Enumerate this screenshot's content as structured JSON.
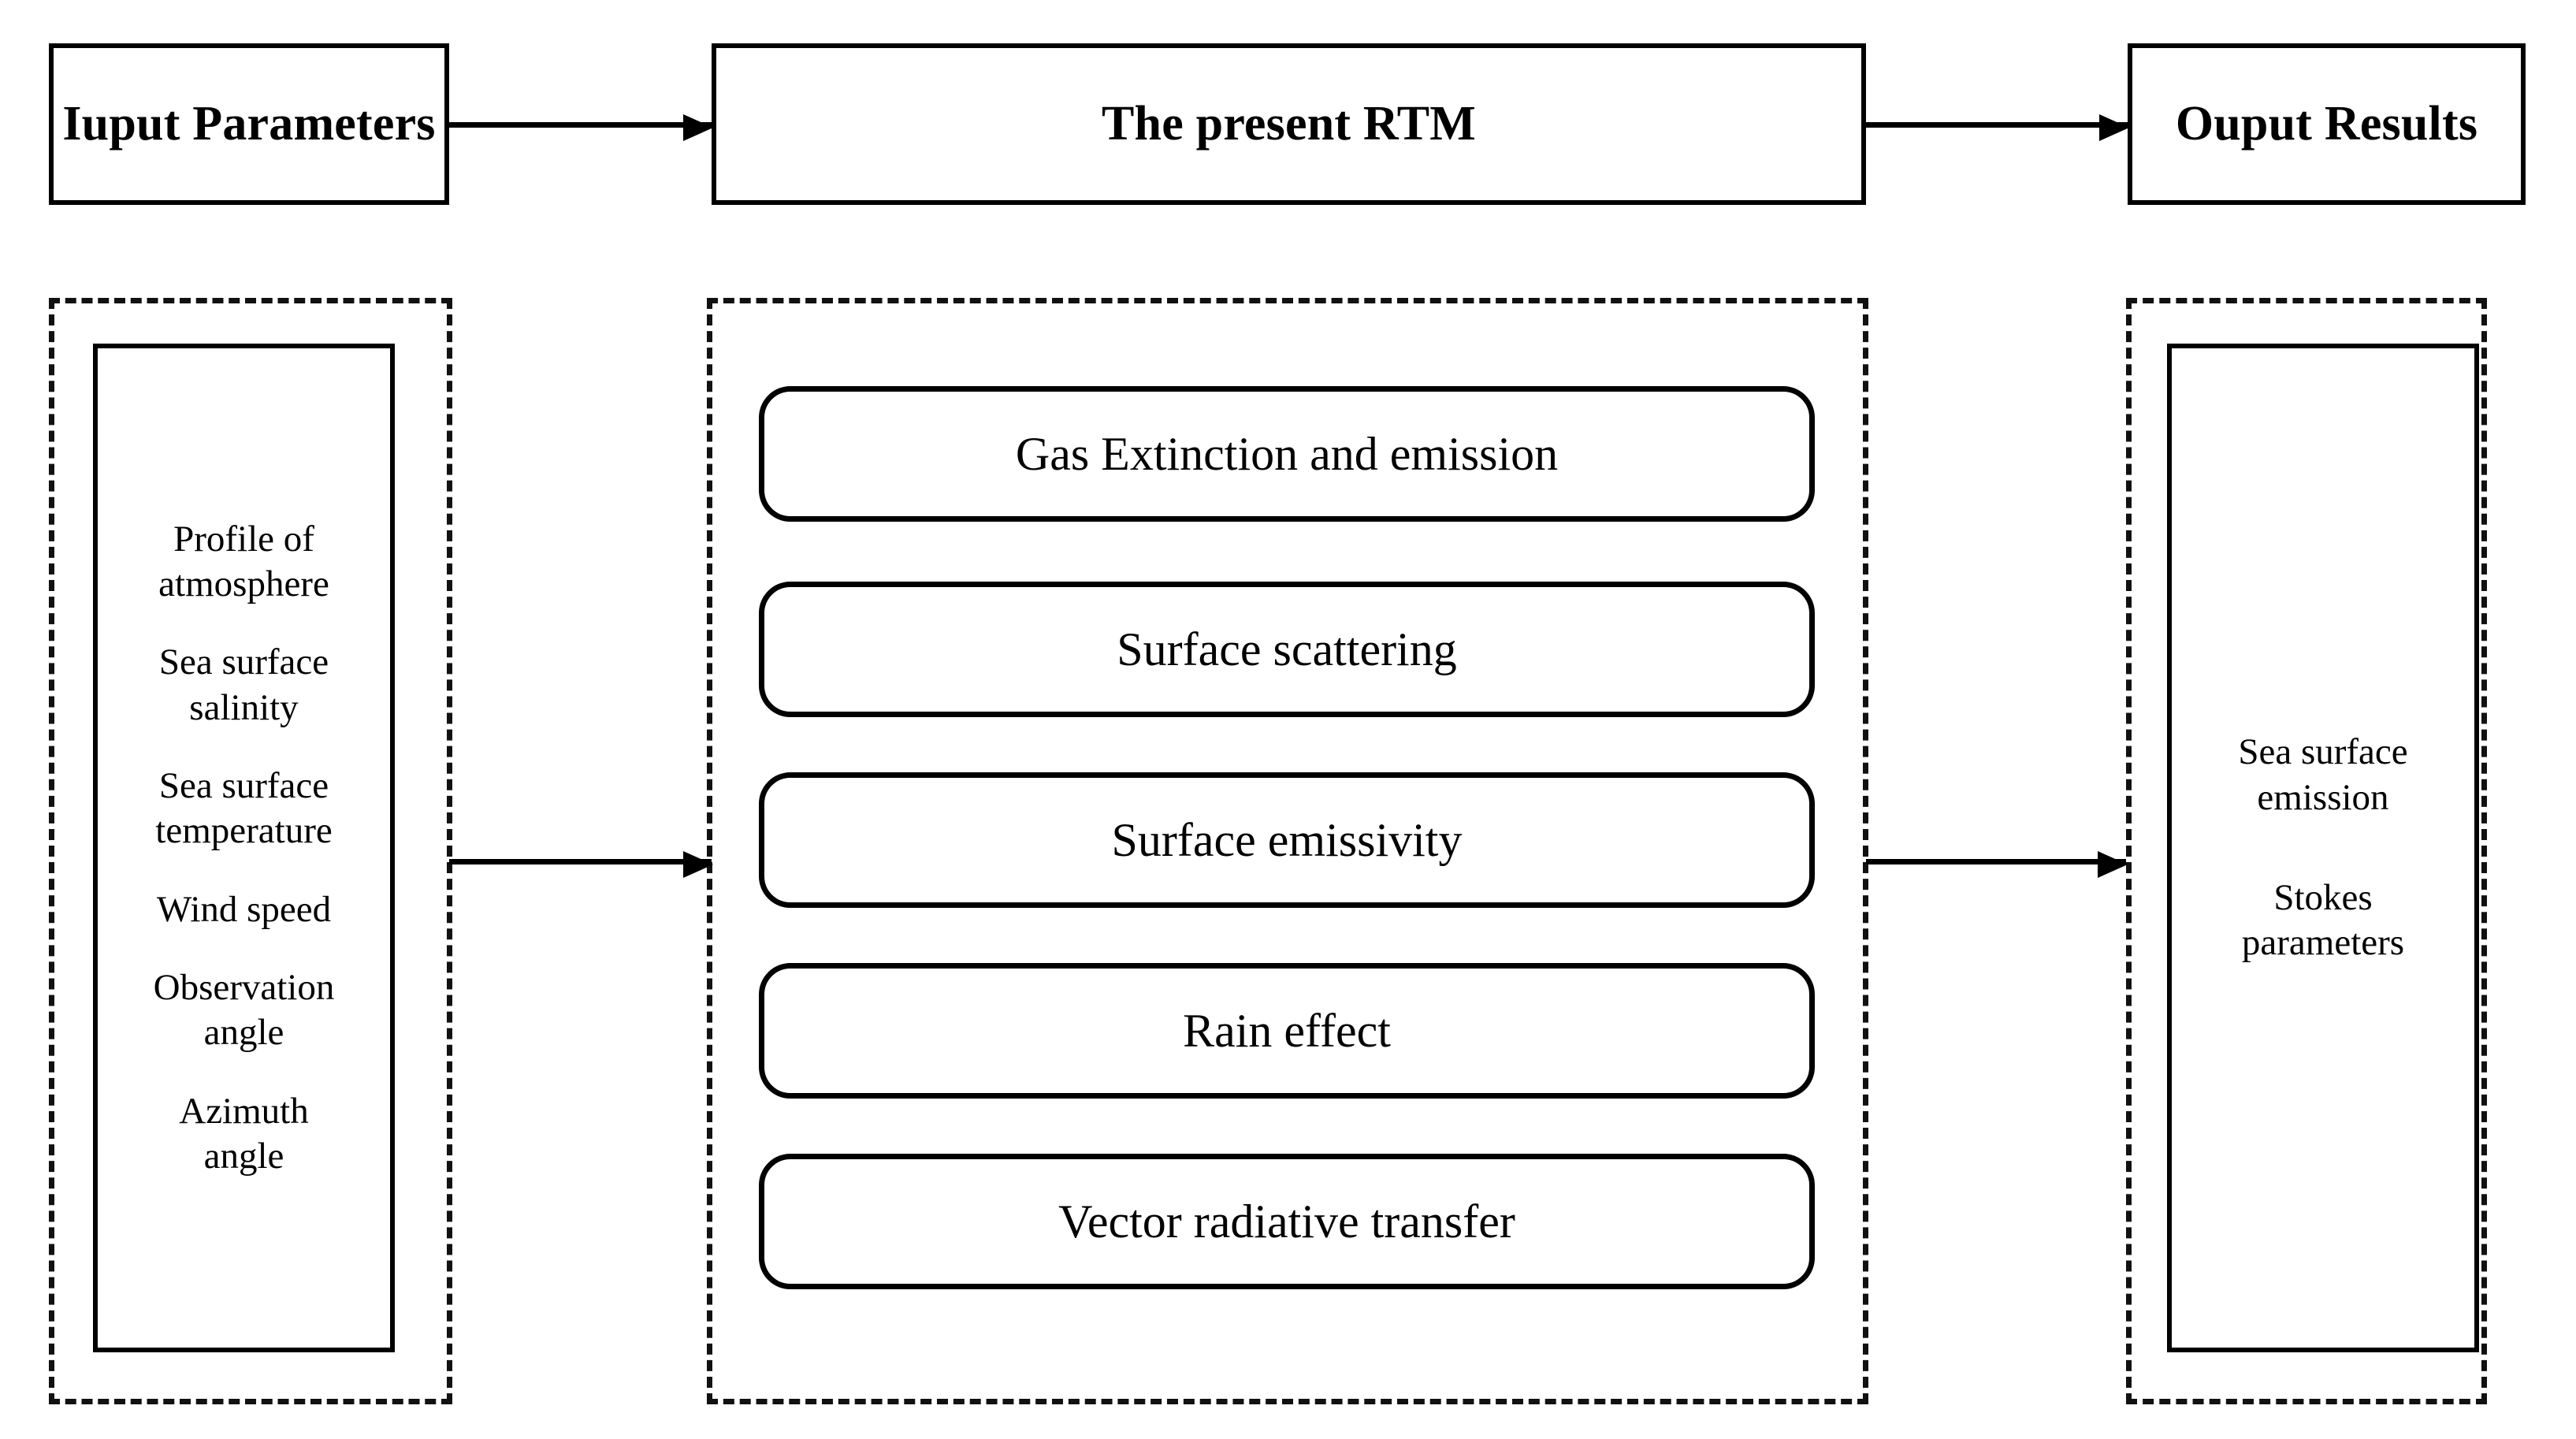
{
  "diagram": {
    "title": "Radiative transfer model flow diagram",
    "stroke_color": "#000000",
    "background_color": "#ffffff"
  },
  "top_boxes": {
    "input": "Iuput\nParameters",
    "model": "The present RTM",
    "output": "Ouput\nResults"
  },
  "input_panel": {
    "items": [
      "Profile of\natmosphere",
      "Sea surface\nsalinity",
      "Sea surface\ntemperature",
      "Wind speed",
      "Observation\nangle",
      "Azimuth\nangle"
    ]
  },
  "rtm_panel": {
    "modules": [
      "Gas Extinction and emission",
      "Surface scattering",
      "Surface emissivity",
      "Rain effect",
      "Vector radiative transfer"
    ]
  },
  "output_panel": {
    "items": [
      "Sea surface\nemission",
      "Stokes\nparameters"
    ]
  },
  "arrows": [
    {
      "name": "input-to-rtm-top",
      "direction": "right"
    },
    {
      "name": "rtm-to-output-top",
      "direction": "right"
    },
    {
      "name": "input-to-rtm-detail",
      "direction": "right"
    },
    {
      "name": "rtm-to-output-detail",
      "direction": "right"
    }
  ]
}
